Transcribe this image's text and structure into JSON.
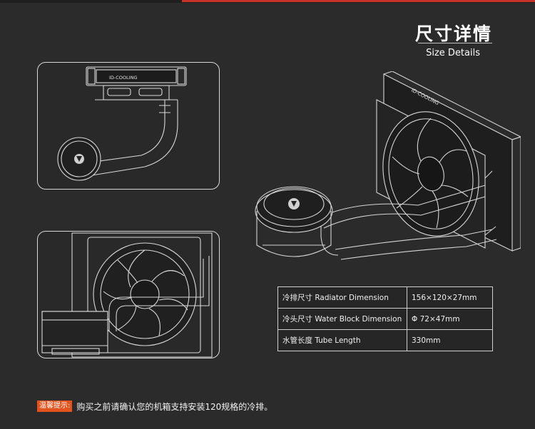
{
  "header": {
    "title_cn": "尺寸详情",
    "title_en": "Size Details"
  },
  "brand": {
    "logo_text": "ID-COOLING"
  },
  "specs": [
    {
      "label": "冷排尺寸 Radiator Dimension",
      "value": "156×120×27mm"
    },
    {
      "label": "冷头尺寸 Water Block Dimension",
      "value": "Φ 72×47mm"
    },
    {
      "label": "水管长度 Tube Length",
      "value": "330mm"
    }
  ],
  "notice": {
    "badge": "温馨提示:",
    "text": "购买之前请确认您的机箱支持安装120规格的冷排。"
  },
  "colors": {
    "background": "#2b2b2b",
    "accent_red": "#c8322a",
    "badge_orange": "#e2531d",
    "line_color": "#d9d9d9"
  }
}
